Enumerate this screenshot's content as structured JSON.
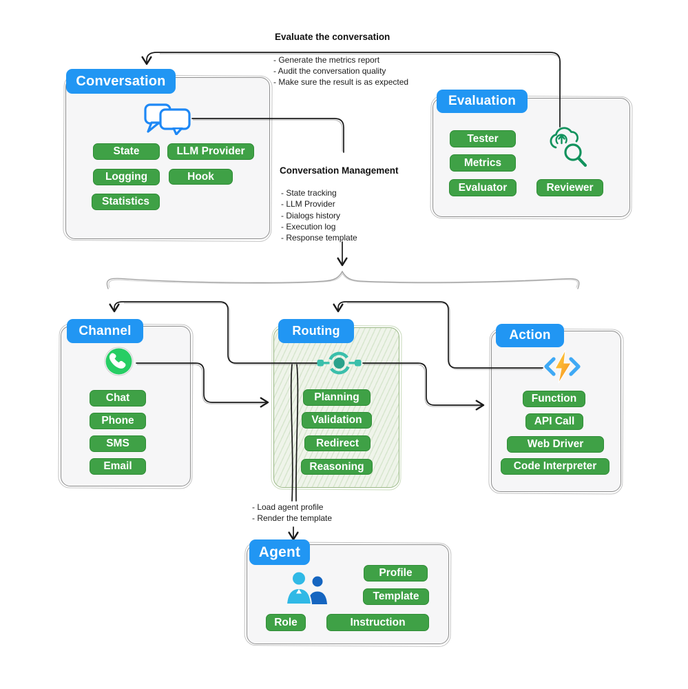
{
  "annotations": {
    "evaluate": {
      "title": "Evaluate the conversation",
      "bullets": [
        "- Generate the metrics report",
        "- Audit the conversation quality",
        "- Make sure the result is as expected"
      ]
    },
    "conversation_management": {
      "title": "Conversation Management",
      "bullets": [
        "- State tracking",
        "- LLM Provider",
        "- Dialogs history",
        "- Execution log",
        "- Response template"
      ]
    },
    "agent_handoff": {
      "bullets": [
        "- Load agent profile",
        "- Render the template"
      ]
    }
  },
  "boxes": {
    "conversation": {
      "title": "Conversation",
      "icon": "chat-bubbles-icon",
      "tags": [
        "State",
        "LLM Provider",
        "Logging",
        "Hook",
        "Statistics"
      ]
    },
    "evaluation": {
      "title": "Evaluation",
      "icon": "cloud-search-icon",
      "tags": [
        "Tester",
        "Metrics",
        "Evaluator",
        "Reviewer"
      ]
    },
    "channel": {
      "title": "Channel",
      "icon": "whatsapp-icon",
      "tags": [
        "Chat",
        "Phone",
        "SMS",
        "Email"
      ]
    },
    "routing": {
      "title": "Routing",
      "icon": "routing-hub-icon",
      "tags": [
        "Planning",
        "Validation",
        "Redirect",
        "Reasoning"
      ]
    },
    "action": {
      "title": "Action",
      "icon": "lightning-code-icon",
      "tags": [
        "Function",
        "API Call",
        "Web Driver",
        "Code Interpreter"
      ]
    },
    "agent": {
      "title": "Agent",
      "icon": "people-icon",
      "tags": [
        "Profile",
        "Template",
        "Role",
        "Instruction"
      ]
    }
  },
  "colors": {
    "header_blue": "#2196F3",
    "tag_green": "#3FA146",
    "whatsapp_green": "#27CD64",
    "hub_teal": "#3ABFAB",
    "hub_teal_dark": "#2BA28B",
    "bolt_orange": "#F58C1F",
    "bolt_yellow": "#FFD23E",
    "chevron_blue": "#3FA9F5",
    "icon_green": "#12925D",
    "chat_icon_blue": "#1E88F5",
    "people_cyan": "#30B9E6",
    "people_blue": "#1565C0",
    "line_black": "#1a1a1a",
    "brace_gray": "#a0a0a0"
  }
}
